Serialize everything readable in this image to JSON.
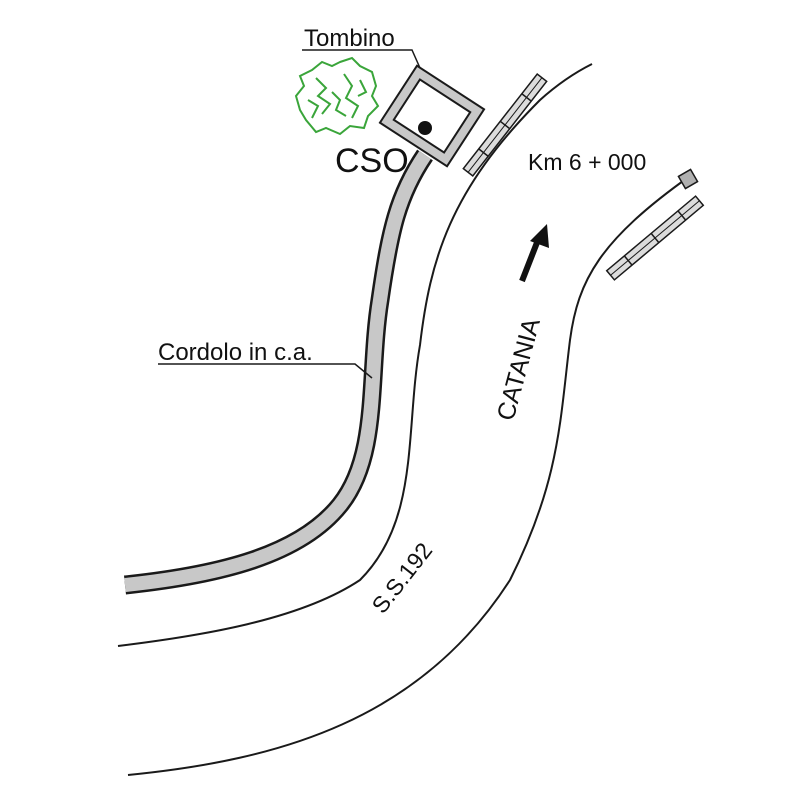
{
  "labels": {
    "tombino": "Tombino",
    "cso": "CSO",
    "cordolo": "Cordolo in c.a.",
    "km": "Km 6 + 000",
    "direction": "CATANIA",
    "road": "S.S.192"
  },
  "colors": {
    "line": "#1a1a1a",
    "curb_fill": "#c8c8c8",
    "tombino_fill": "#c8c8c8",
    "tree": "#3aa53a",
    "rail_fill": "#dcdcdc"
  },
  "icons": {
    "tree": "tree-canopy-icon",
    "arrow": "direction-arrow-icon",
    "manhole": "manhole-dot-icon"
  }
}
